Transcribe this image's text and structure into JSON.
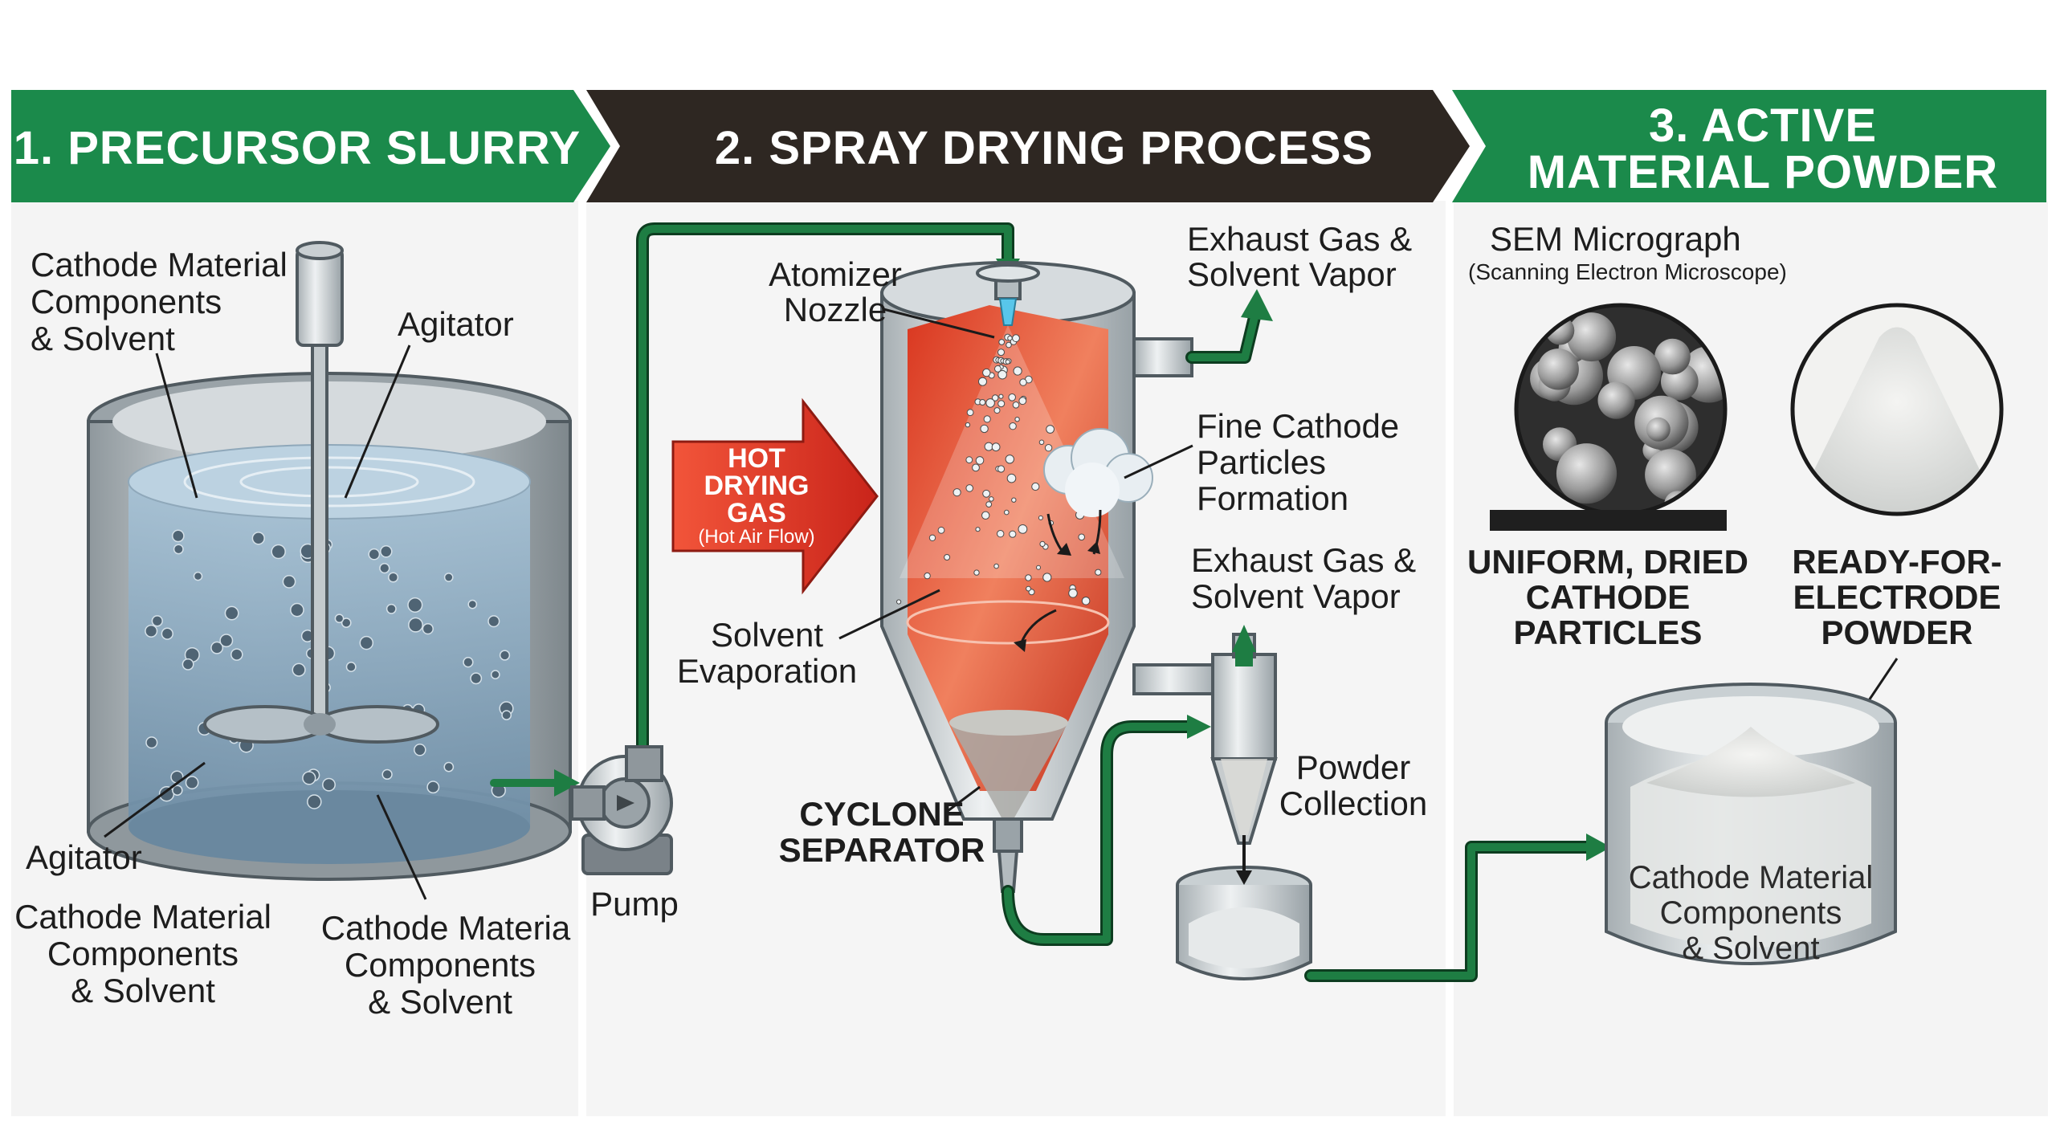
{
  "sections": [
    {
      "title": "1. PRECURSOR SLURRY",
      "color": "#1b8a4b"
    },
    {
      "title": "2. SPRAY DRYING PROCESS",
      "color": "#2e2722"
    },
    {
      "title_lines": [
        "3. ACTIVE",
        "MATERIAL POWDER"
      ],
      "color": "#1b8a4b"
    }
  ],
  "slurry": {
    "label_top_left": [
      "Cathode Material",
      "Components",
      "& Solvent"
    ],
    "label_agitator_top": "Agitator",
    "label_agitator_bottom": "Agitator",
    "label_bottom_left": [
      "Cathode Material",
      "Components",
      "& Solvent"
    ],
    "label_bottom_right": [
      "Cathode Materia",
      "Components",
      "& Solvent"
    ],
    "pump_label": "Pump"
  },
  "spray": {
    "hot_gas_lines": [
      "HOT",
      "DRYING",
      "GAS"
    ],
    "hot_gas_sub": "(Hot Air Flow)",
    "atomizer_label": [
      "Atomizer",
      "Nozzle"
    ],
    "exhaust_top": [
      "Exhaust Gas &",
      "Solvent Vapor"
    ],
    "fine_particles": [
      "Fine Cathode",
      "Particles",
      "Formation"
    ],
    "exhaust_cyclone": [
      "Exhaust Gas &",
      "Solvent Vapor"
    ],
    "solvent_evap": [
      "Solvent",
      "Evaporation"
    ],
    "cyclone_label": [
      "CYCLONE",
      "SEPARATOR"
    ],
    "powder_collection": [
      "Powder",
      "Collection"
    ]
  },
  "powder": {
    "sem_title": "SEM Micrograph",
    "sem_sub": "(Scanning Electron Microscope)",
    "uniform_label": [
      "UNIFORM, DRIED",
      "CATHODE",
      "PARTICLES"
    ],
    "ready_label": [
      "READY-FOR-",
      "ELECTRODE",
      "POWDER"
    ],
    "jar_label": [
      "Cathode Material",
      "Components",
      "& Solvent"
    ]
  },
  "colors": {
    "green": "#1b8a4b",
    "pipe": "#1e7d43",
    "dark": "#2e2722",
    "hot": "#e8432a",
    "liquid": "#7fa3bd"
  }
}
